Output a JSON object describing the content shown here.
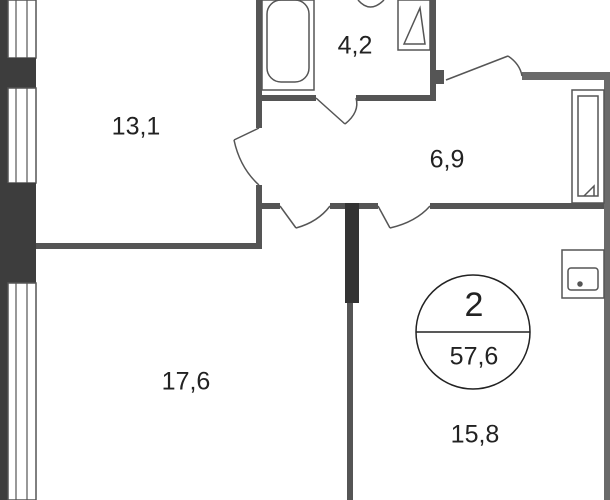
{
  "plan": {
    "rooms": [
      {
        "id": "room-bedroom-top",
        "area": "13,1"
      },
      {
        "id": "room-bathroom",
        "area": "4,2"
      },
      {
        "id": "room-hallway",
        "area": "6,9"
      },
      {
        "id": "room-living",
        "area": "17,6"
      },
      {
        "id": "room-kitchen",
        "area": "15,8"
      }
    ],
    "badge": {
      "rooms": "2",
      "total_area": "57,6"
    }
  }
}
